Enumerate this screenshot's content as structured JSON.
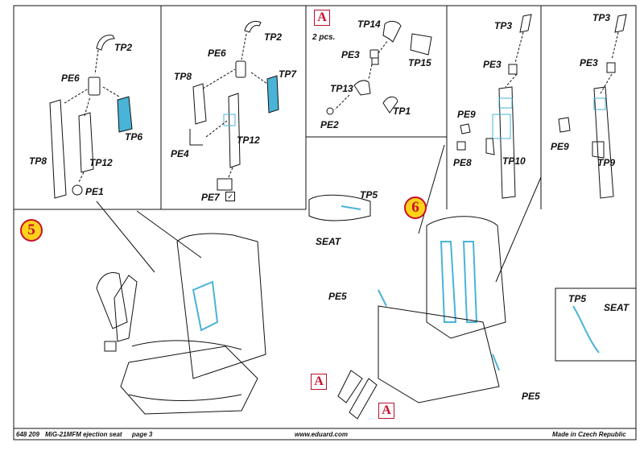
{
  "panel_top_left": {
    "labels": {
      "tp2": "TP2",
      "pe6": "PE6",
      "tp6": "TP6",
      "tp8": "TP8",
      "tp12": "TP12",
      "pe1": "PE1"
    }
  },
  "panel_top_mid": {
    "labels": {
      "tp2": "TP2",
      "pe6": "PE6",
      "tp7": "TP7",
      "tp8": "TP8",
      "pe4": "PE4",
      "tp12": "TP12",
      "pe7": "PE7"
    },
    "check_mark": "✓"
  },
  "panel_a": {
    "badge": "A",
    "note": "2 pcs.",
    "labels": {
      "tp14": "TP14",
      "pe3": "PE3",
      "tp15": "TP15",
      "tp13": "TP13",
      "tp1": "TP1",
      "pe2": "PE2"
    }
  },
  "panel_right_1": {
    "labels": {
      "tp3": "TP3",
      "pe3": "PE3",
      "pe9": "PE9",
      "pe8": "PE8",
      "tp10": "TP10"
    }
  },
  "panel_right_2": {
    "labels": {
      "tp3": "TP3",
      "pe3": "PE3",
      "pe9": "PE9",
      "tp9": "TP9"
    }
  },
  "step5": {
    "number": "5"
  },
  "step6": {
    "number": "6",
    "labels": {
      "tp5": "TP5",
      "seat": "SEAT",
      "pe5_left": "PE5",
      "pe5_right": "PE5",
      "tp5_detail": "TP5",
      "seat_detail": "SEAT"
    },
    "badge_a_1": "A",
    "badge_a_2": "A"
  },
  "footer": {
    "code": "648 209",
    "title": "MiG-21MFM ejection seat",
    "page": "page 3",
    "url": "www.eduard.com",
    "origin": "Made in Czech Republic"
  },
  "colors": {
    "accent_blue": "#4ab3d8",
    "badge_red": "#c8102e",
    "step_yellow": "#ffd21a",
    "line": "#111111"
  }
}
